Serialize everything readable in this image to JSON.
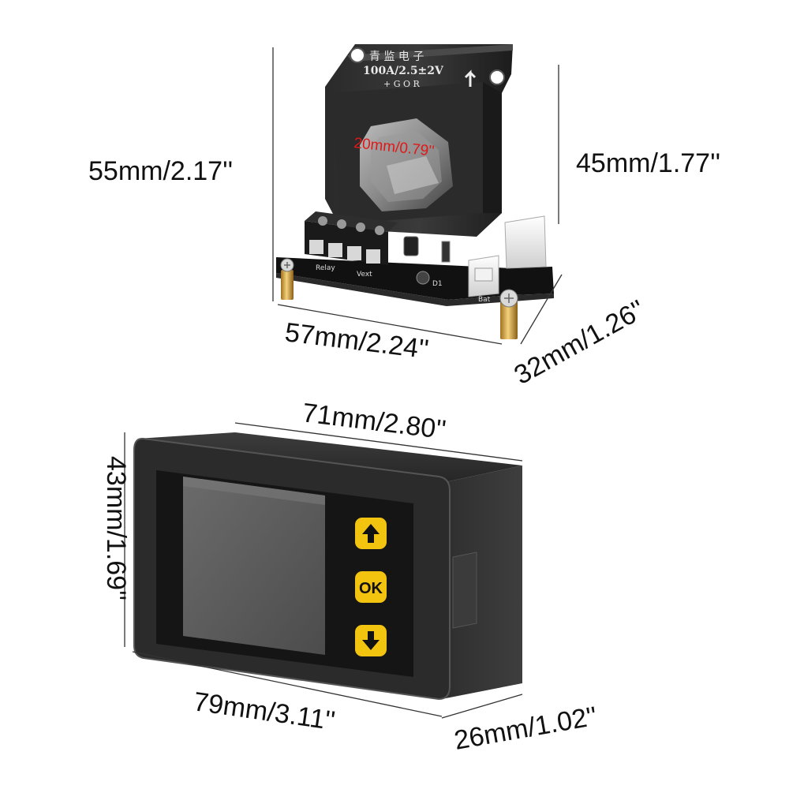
{
  "sensor": {
    "marking_line1": "青 监 电 子",
    "marking_line2": "100A/2.5±2V",
    "marking_line3": "+ G O R",
    "hole_label": "20mm/0.79''",
    "silk_relay": "Relay",
    "silk_vext": "Vext",
    "silk_bat": "Bat",
    "silk_d1": "D1"
  },
  "dimensions": {
    "sensor_height": "55mm/2.17''",
    "sensor_core_height": "45mm/1.77''",
    "sensor_width": "57mm/2.24''",
    "sensor_depth": "32mm/1.26''",
    "meter_width_back": "71mm/2.80''",
    "meter_height": "43mm/1.69''",
    "meter_width_front": "79mm/3.11''",
    "meter_depth": "26mm/1.02''"
  },
  "meter": {
    "ok_label": "OK"
  },
  "colors": {
    "button_yellow": "#f2c40f",
    "hole_label_red": "#e01818",
    "board_black": "#111111"
  }
}
